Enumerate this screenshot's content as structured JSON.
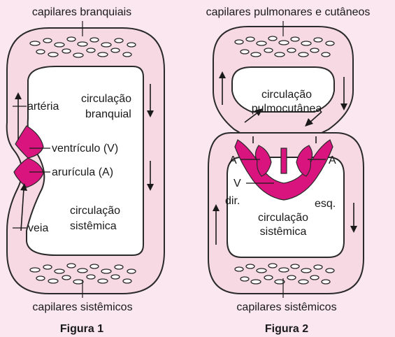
{
  "figure1": {
    "top_label": "capilares branquiais",
    "arteria": "artéria",
    "circ_branquial_1": "circulação",
    "circ_branquial_2": "branquial",
    "ventriculo": "ventrículo (V)",
    "atrio": "arurícula (A)",
    "veia": "veia",
    "circ_sistemica_1": "circulação",
    "circ_sistemica_2": "sistêmica",
    "bottom_label": "capilares sistêmicos",
    "caption": "Figura 1"
  },
  "figure2": {
    "top_label": "capilares pulmonares e cutâneos",
    "circ_pulmo_1": "circulação",
    "circ_pulmo_2": "pulmocutânea",
    "atrio_left": "A",
    "atrio_right": "A",
    "ventriculo": "V",
    "dir": "dir.",
    "esq": "esq.",
    "circ_sistemica_1": "circulação",
    "circ_sistemica_2": "sistêmica",
    "bottom_label": "capilares sistêmicos",
    "caption": "Figura 2"
  },
  "colors": {
    "vessel": "#f7d9e4",
    "heart": "#d9147e",
    "background": "#fbe7ef"
  }
}
